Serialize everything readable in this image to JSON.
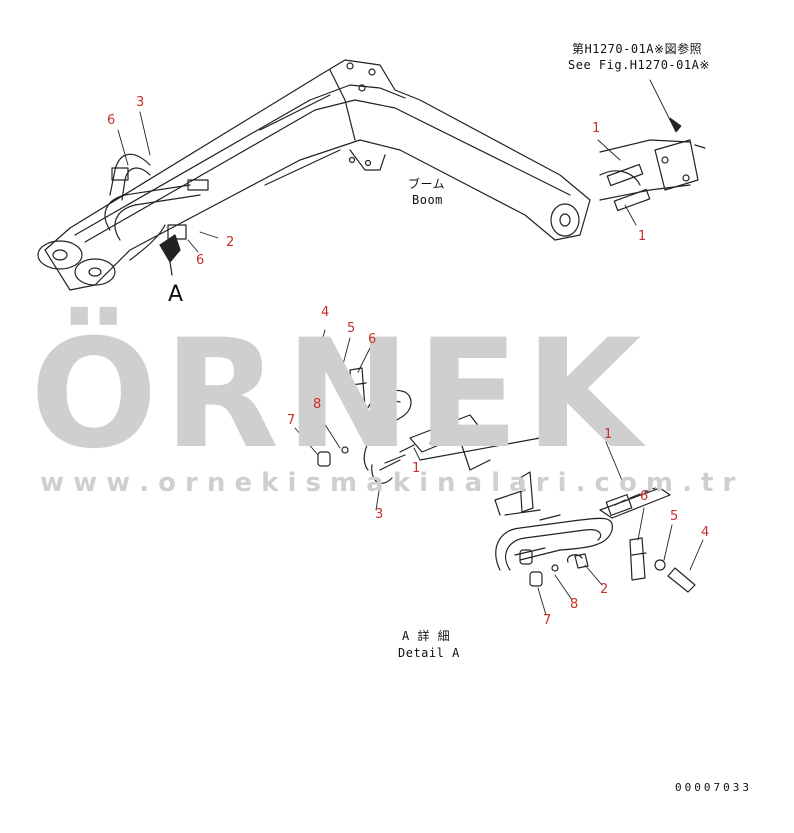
{
  "reference_note": {
    "line1": "第H1270-01A※図参照",
    "line2": "See Fig.H1270-01A※"
  },
  "boom_label": {
    "ja": "ブーム",
    "en": "Boom"
  },
  "view_label": "A",
  "detail_label": {
    "ja": "A 詳 細",
    "en": "Detail A"
  },
  "drawing_number": "00007033",
  "callouts": {
    "c1a": "1",
    "c1b": "1",
    "c1c": "1",
    "c1d": "1",
    "c2a": "2",
    "c2b": "2",
    "c3a": "3",
    "c3b": "3",
    "c4a": "4",
    "c4b": "4",
    "c5a": "5",
    "c5b": "5",
    "c6a": "6",
    "c6b": "6",
    "c6c": "6",
    "c6d": "6",
    "c7a": "7",
    "c7b": "7",
    "c8a": "8",
    "c8b": "8"
  },
  "watermark": {
    "brand": "ÖRNEK",
    "url": "w w w . o r n e k i s m a k i n a l a r i . c o m . t r"
  },
  "colors": {
    "callout": "#c9302c",
    "line": "#222222",
    "watermark": "#cfcfcf",
    "accent": "#f2d27a"
  }
}
